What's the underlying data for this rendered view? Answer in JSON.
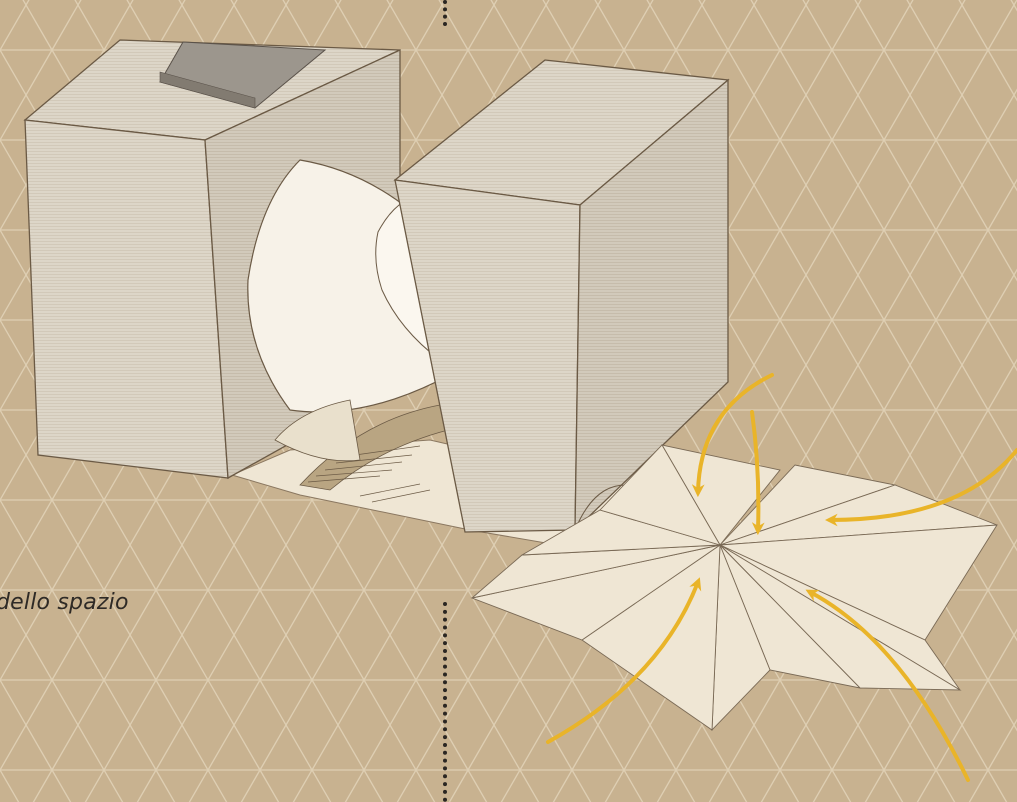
{
  "caption": "dello spazio",
  "colors": {
    "background": "#c8b290",
    "block_fill": "#ddd6c8",
    "shell_fill": "#f7f2e8",
    "floor_fill": "#efe6d4",
    "arrow": "#e9b429",
    "outline": "#6b5a45"
  },
  "icons": [
    "dotted-leader-line",
    "inflow-arrow"
  ]
}
